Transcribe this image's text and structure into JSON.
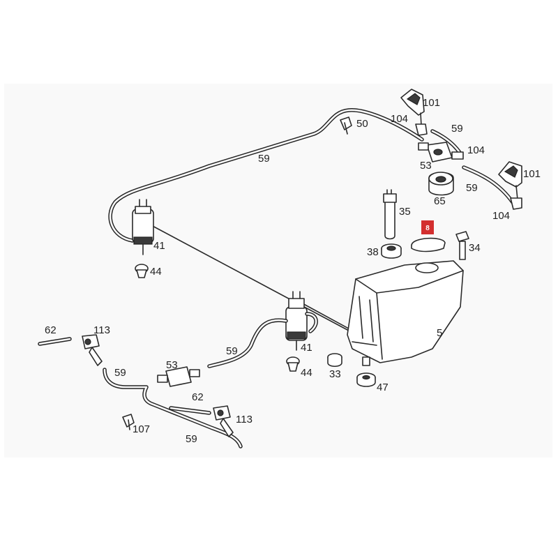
{
  "labels": {
    "l101a": "101",
    "l104a": "104",
    "l50": "50",
    "l59a": "59",
    "l59b": "59",
    "l104b": "104",
    "l53a": "53",
    "l101b": "101",
    "l59c": "59",
    "l65": "65",
    "l104c": "104",
    "l35": "35",
    "l8": "8",
    "l34": "34",
    "l38": "38",
    "l41a": "41",
    "l44a": "44",
    "l5": "5",
    "l62a": "62",
    "l113a": "113",
    "l59d": "59",
    "l41b": "41",
    "l53b": "53",
    "l59e": "59",
    "l44b": "44",
    "l33": "33",
    "l47": "47",
    "l62b": "62",
    "l113b": "113",
    "l107": "107",
    "l59f": "59"
  },
  "highlight_color": "#d32f2f"
}
